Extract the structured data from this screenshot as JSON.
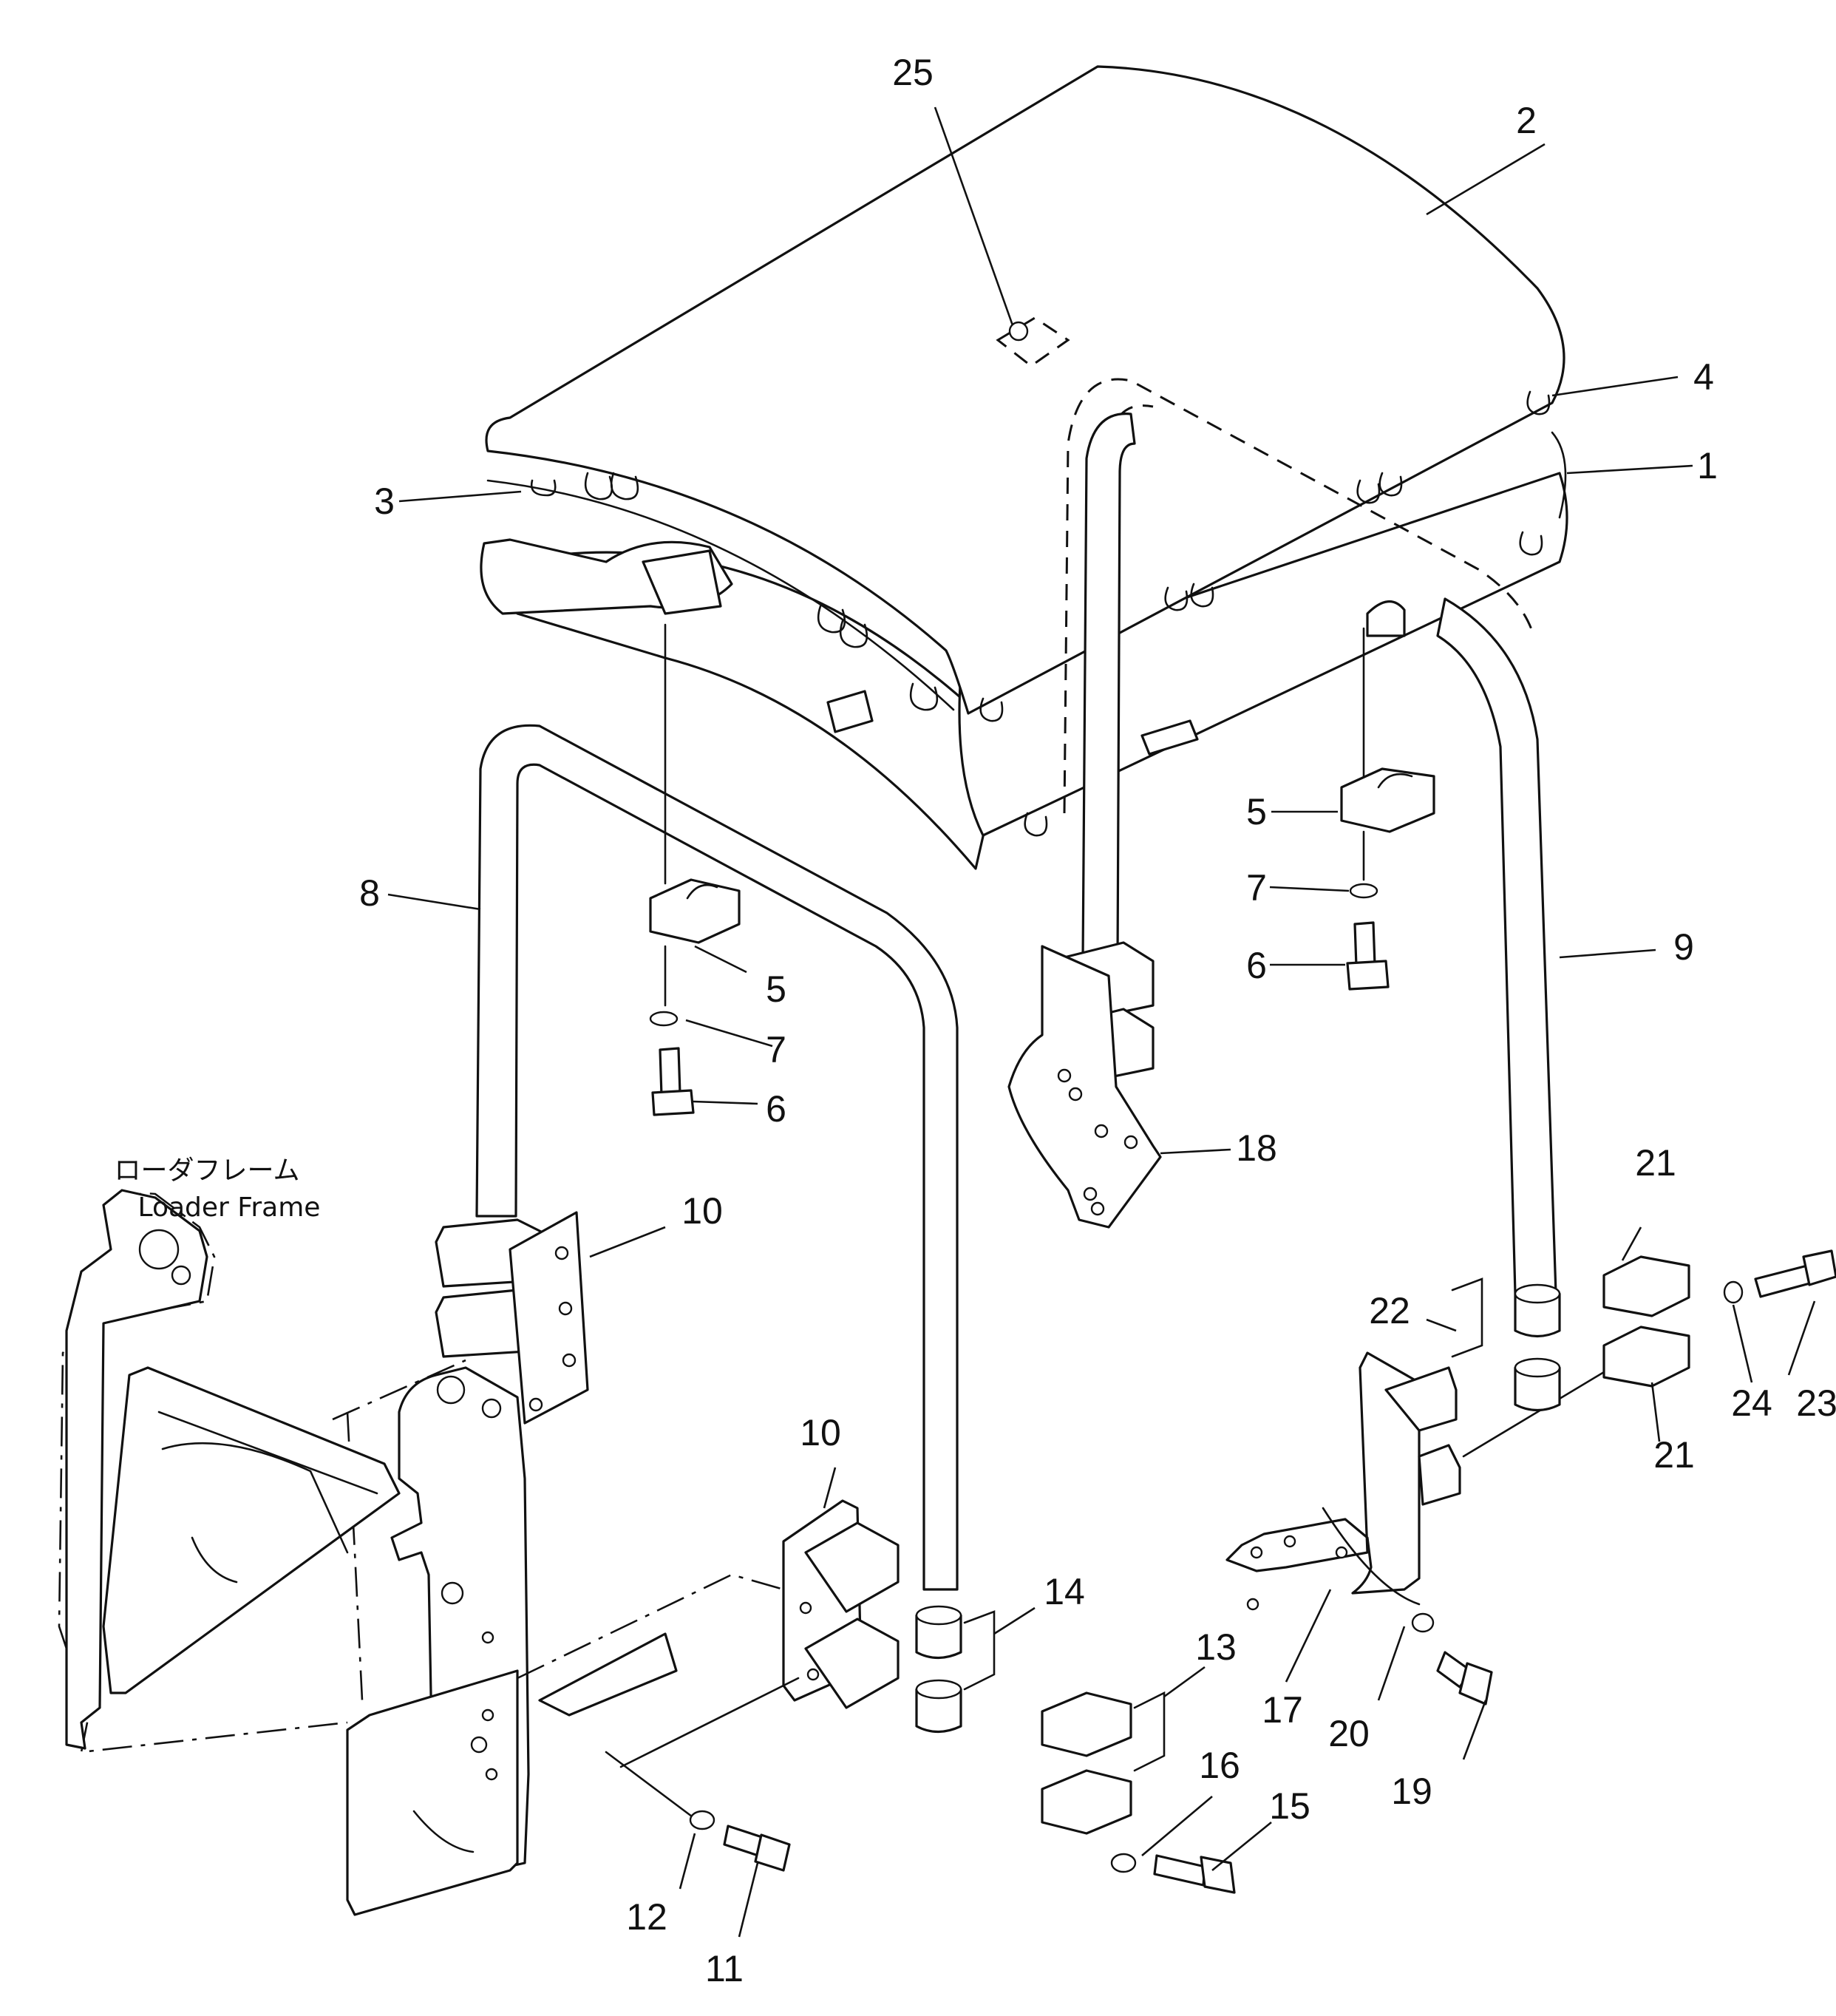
{
  "figure": {
    "frame_label_jp": "ローダフレーム",
    "frame_label_en": "Loader Frame"
  },
  "callouts": {
    "c1": "1",
    "c2": "2",
    "c3": "3",
    "c4": "4",
    "c5a": "5",
    "c5b": "5",
    "c6a": "6",
    "c6b": "6",
    "c7a": "7",
    "c7b": "7",
    "c8": "8",
    "c9": "9",
    "c10a": "10",
    "c10b": "10",
    "c11": "11",
    "c12": "12",
    "c13": "13",
    "c14": "14",
    "c15": "15",
    "c16": "16",
    "c17": "17",
    "c18": "18",
    "c19": "19",
    "c20": "20",
    "c21a": "21",
    "c21b": "21",
    "c22": "22",
    "c23": "23",
    "c24": "24",
    "c25": "25"
  }
}
